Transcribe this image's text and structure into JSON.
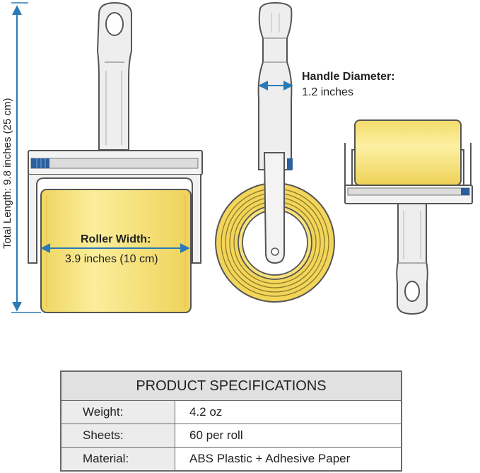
{
  "labels": {
    "total_length": "Total Length: 9.8 inches (25 cm)",
    "handle_diameter_title": "Handle Diameter:",
    "handle_diameter_value": "1.2 inches",
    "roller_width_title": "Roller Width:",
    "roller_width_value": "3.9 inches (10 cm)"
  },
  "specs": {
    "title": "PRODUCT SPECIFICATIONS",
    "rows": [
      {
        "key": "Weight:",
        "value": "4.2 oz"
      },
      {
        "key": "Sheets:",
        "value": "60 per roll"
      },
      {
        "key": "Material:",
        "value": "ABS Plastic + Adhesive Paper"
      }
    ]
  },
  "colors": {
    "roller_yellow": "#f7e57e",
    "roller_shade": "#e9cd4a",
    "arrow_blue": "#2a7ab8",
    "accent_blue": "#2b5f9e",
    "outline": "#555555",
    "plastic": "#eeeeee"
  }
}
